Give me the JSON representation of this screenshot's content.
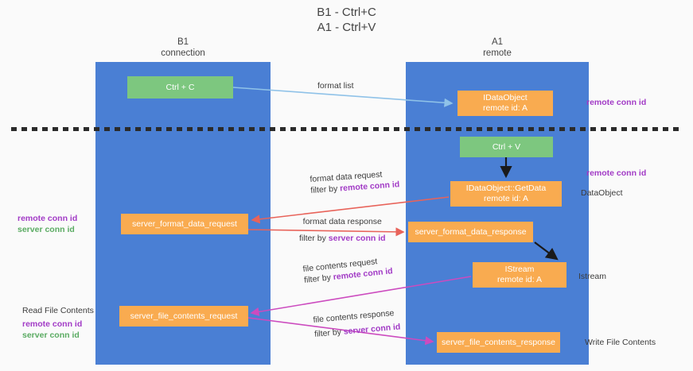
{
  "title": {
    "line1": "B1 - Ctrl+C",
    "line2": "A1 - Ctrl+V"
  },
  "columns": {
    "left": {
      "name": "B1",
      "role": "connection"
    },
    "right": {
      "name": "A1",
      "role": "remote"
    }
  },
  "nodes": {
    "ctrl_c": {
      "label": "Ctrl + C",
      "color": "#7dc77f"
    },
    "idataobject": {
      "line1": "IDataObject",
      "line2": "remote id: A",
      "color": "#f9ab50"
    },
    "ctrl_v": {
      "label": "Ctrl + V",
      "color": "#7dc77f"
    },
    "getdata": {
      "line1": "IDataObject::GetData",
      "line2": "remote id: A",
      "color": "#f9ab50"
    },
    "server_format_data_request": {
      "label": "server_format_data_request",
      "color": "#f9ab50"
    },
    "server_format_data_response": {
      "label": "server_format_data_response",
      "color": "#f9ab50"
    },
    "istream": {
      "line1": "IStream",
      "line2": "remote id: A",
      "color": "#f9ab50"
    },
    "server_file_contents_request": {
      "label": "server_file_contents_request",
      "color": "#f9ab50"
    },
    "server_file_contents_response": {
      "label": "server_file_contents_response",
      "color": "#f9ab50"
    }
  },
  "edges": {
    "format_list": {
      "label": "format list"
    },
    "format_data_request": {
      "label": "format data request",
      "filter_prefix": "filter by ",
      "filter_key": "remote conn id"
    },
    "format_data_response": {
      "label": "format data response",
      "filter_prefix": "filter by ",
      "filter_key": "server conn id"
    },
    "file_contents_request": {
      "label": "file contents request",
      "filter_prefix": "filter by ",
      "filter_key": "remote conn id"
    },
    "file_contents_response": {
      "label": "file contents response",
      "filter_prefix": "filter by ",
      "filter_key": "server conn id"
    }
  },
  "annotations": {
    "right_remote_conn_id_top": "remote conn id",
    "right_remote_conn_id_mid": "remote conn id",
    "dataobject": "DataObject",
    "istream": "Istream",
    "write_file_contents": "Write File Contents",
    "read_file_contents": "Read File Contents",
    "left_remote_conn_id": "remote conn id",
    "left_server_conn_id": "server conn id"
  },
  "colors": {
    "lane": "#4a7fd4",
    "green_node": "#7dc77f",
    "orange_node": "#f9ab50",
    "purple_text": "#a23bc6",
    "green_text": "#5aab62",
    "arrow_blue": "#8fc2e8",
    "arrow_red": "#e8635a",
    "arrow_magenta": "#cc4bbf",
    "arrow_black": "#1a1a1a",
    "divider": "#2b2b2b",
    "background": "#fafafa"
  }
}
